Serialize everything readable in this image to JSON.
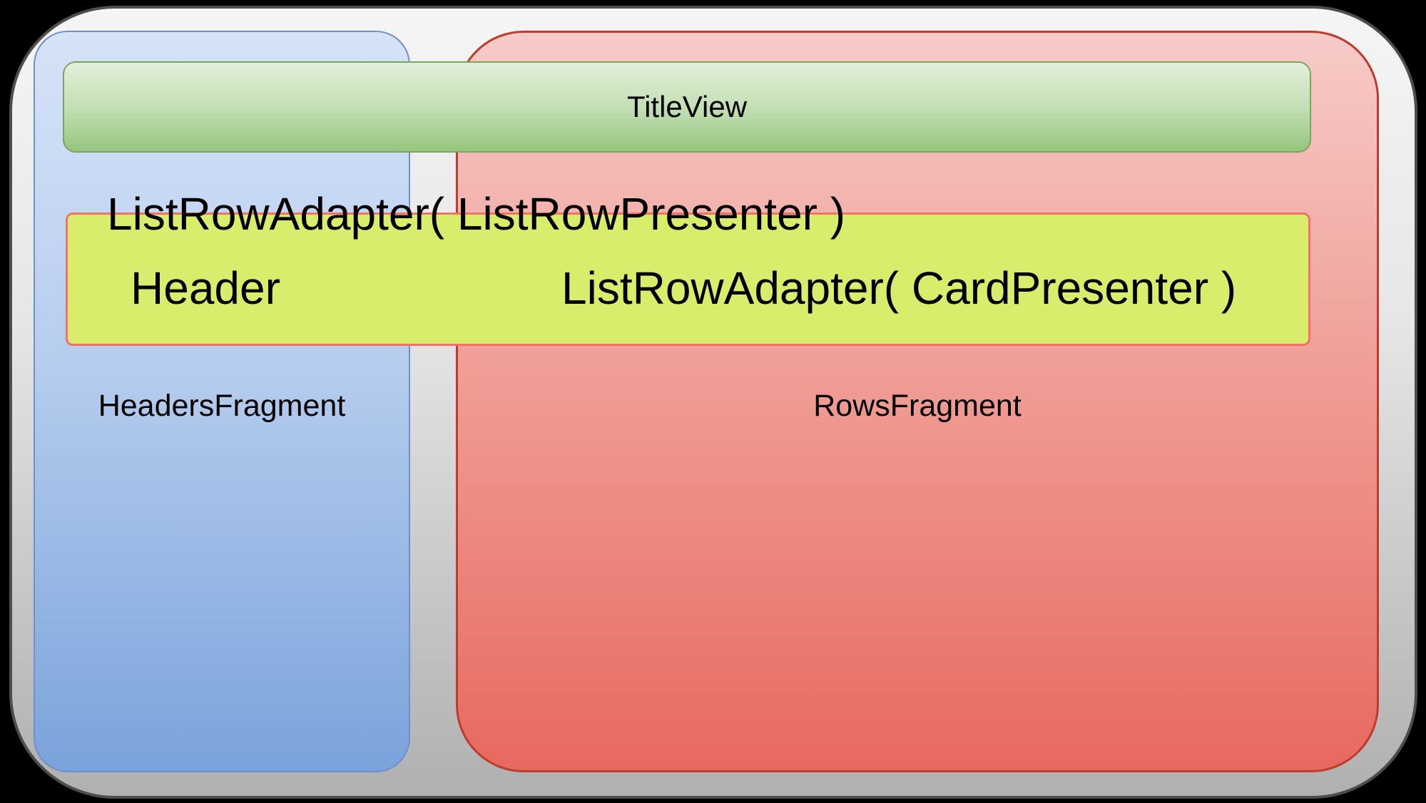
{
  "colors": {
    "page_background": "#000000",
    "frame_gradient_top": "#f5f5f5",
    "frame_gradient_bottom": "#b0b0b0",
    "frame_border": "#4d4d4d",
    "headers_panel_top": "#d6e3f8",
    "headers_panel_bottom": "#7aa3db",
    "headers_panel_border": "#7090c8",
    "rows_panel_top": "#f7cbc8",
    "rows_panel_bottom": "#e7695e",
    "rows_panel_border": "#bf3b2d",
    "title_bar_top": "#e2f0da",
    "title_bar_bottom": "#95c57e",
    "title_bar_border": "#7aa55c",
    "row_band_fill": "#d9ec6c",
    "row_band_border": "#f4716a",
    "text": "#000000"
  },
  "diagram": {
    "title_bar_label": "TitleView",
    "list_row_adapter_caption": "ListRowAdapter( ListRowPresenter )",
    "header_cell_label": "Header",
    "card_adapter_label": "ListRowAdapter( CardPresenter )",
    "headers_fragment_label": "HeadersFragment",
    "rows_fragment_label": "RowsFragment"
  }
}
